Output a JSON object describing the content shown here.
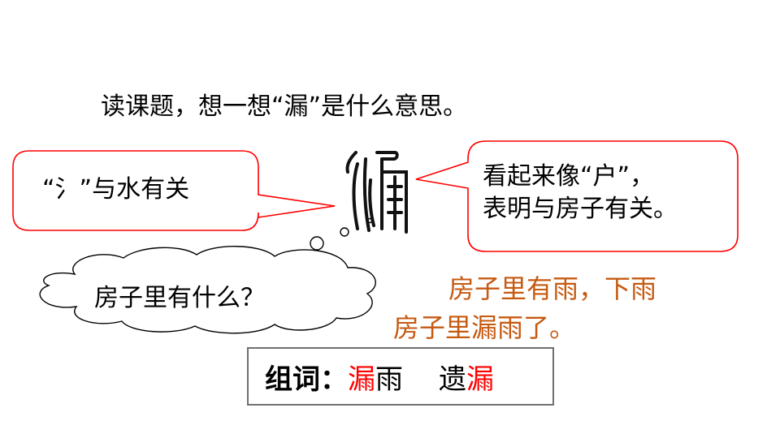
{
  "title": "读课题，想一想“漏”是什么意思。",
  "seal_character": {
    "char": "漏",
    "style": "seal-script",
    "icon": "seal-script-lou-glyph"
  },
  "left_bubble": {
    "text": "“氵”与水有关",
    "border_color": "#ff0000"
  },
  "right_bubble": {
    "line1": "看起来像“户”，",
    "line2": "表明与房子有关。",
    "border_color": "#ff0000"
  },
  "thought_cloud": {
    "text": "房子里有什么？"
  },
  "answer": {
    "line1": "房子里有雨，下雨",
    "line2": "房子里漏雨了。",
    "color": "#c55a11"
  },
  "word_group": {
    "label": "组词：",
    "words": [
      {
        "highlight": "漏",
        "rest": "雨",
        "highlight_first": true
      },
      {
        "highlight": "漏",
        "rest": "遗",
        "highlight_first": false
      }
    ],
    "highlight_color": "#ff0000"
  }
}
